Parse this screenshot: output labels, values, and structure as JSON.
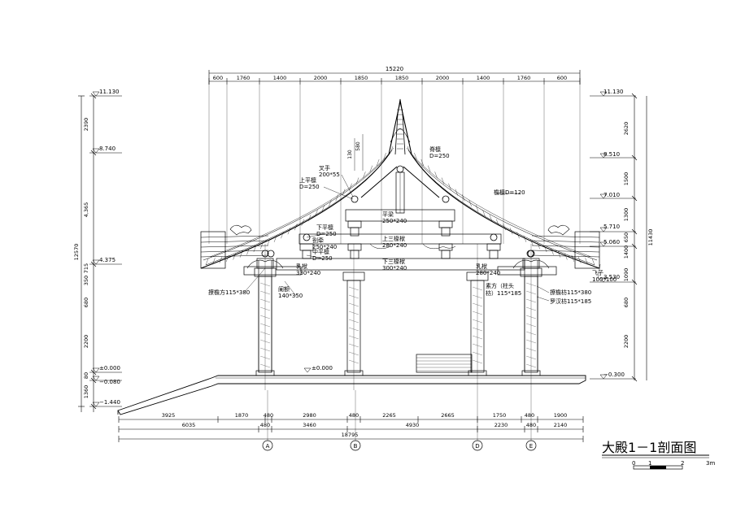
{
  "title": "大殿1－1剖面图",
  "scale_bar": {
    "ticks": [
      "0",
      "1",
      "2",
      "3m"
    ]
  },
  "top_dims": {
    "total": "15220",
    "segments": [
      "600",
      "1760",
      "1400",
      "2000",
      "1850",
      "1850",
      "2000",
      "1400",
      "1760",
      "600"
    ]
  },
  "left_elevations": {
    "levels": [
      "11.130",
      "8.740",
      "4.375",
      "±0.000",
      "−0.080",
      "−1.440"
    ],
    "dims": [
      "2390",
      "4,365",
      "715",
      "350",
      "680",
      "2200",
      "12570",
      "80",
      "1360"
    ]
  },
  "right_elevations": {
    "levels": [
      "11.130",
      "8.510",
      "7.010",
      "5.710",
      "5.060",
      "3.530",
      "−0.300"
    ],
    "dims": [
      "2620",
      "1500",
      "1300",
      "650",
      "1400",
      "1090",
      "680",
      "2200",
      "11430"
    ]
  },
  "floor_label": "±0.000",
  "bottom_dims": {
    "row1": [
      "3925",
      "1870",
      "480",
      "2980",
      "480",
      "2265",
      "2665",
      "1750",
      "480",
      "1900"
    ],
    "row2": [
      "6035",
      "480",
      "3460",
      "4930",
      "2230",
      "480",
      "2140"
    ],
    "total": "18795"
  },
  "axes": [
    "A",
    "B",
    "D",
    "E"
  ],
  "annotations": {
    "jilin": "脊檩",
    "jilin_size": "D=250",
    "chashou": "叉手",
    "chashou_size": "200*55",
    "shangpinglin": "上平檩",
    "shangpinglin_size": "D=250",
    "yanlin": "檐檩D=120",
    "pingliang": "平梁",
    "pingliang_size": "250*240",
    "xiapinglin": "下平檩",
    "xiapinglin_size": "D=250",
    "shangsanchuan": "上三椽栿",
    "shangsanchuan_size": "280*240",
    "ta1": "劄牵",
    "ta1_size": "250*240",
    "zhongpinglin": "中平檩",
    "zhongpinglin_size": "D=250",
    "xiasanchuan": "下三椽栿",
    "xiasanchuan_size": "300*240",
    "ruchuan_left": "乳栿",
    "ruchuan_left_size": "330*240",
    "liao": "撩檐方115*380",
    "lan": "阑额",
    "lan_size": "140*350",
    "ruchuan_right": "乳栿",
    "ruchuan_right_size": "280*240",
    "sufang": "素方（柱头",
    "sufang2": "枋）115*185",
    "liaoyanfang_r": "撩檐枋115*380",
    "luohan": "罗汉枋115*185",
    "feizi": "飞子",
    "feizi_size": "100*100",
    "dim_130": "130",
    "dim_580": "580"
  }
}
